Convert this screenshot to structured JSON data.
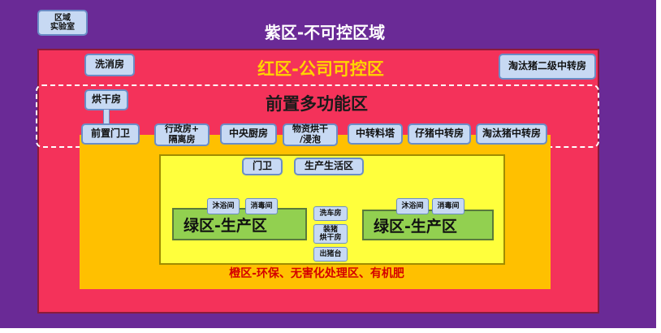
{
  "zones": {
    "purple": "紫区-不可控区域",
    "red": "红区-公司可控区",
    "multi": "前置多功能区",
    "orange": "橙区-环保、无害化处理区、有机肥",
    "green_left": "绿区-生产区",
    "green_right": "绿区-生产区"
  },
  "boxes": {
    "lab": "区域\n实验室",
    "wash": "洗消房",
    "dry": "烘干房",
    "elim_pig_2": "淘汰猪二级中转房",
    "front_gate": "前置门卫",
    "admin": "行政房+\n隔离房",
    "kitchen": "中央厨房",
    "supplies": "物资烘干\n/浸泡",
    "feed_tower": "中转料塔",
    "piglet": "仔猪中转房",
    "elim_pig": "淘汰猪中转房",
    "inner_gate": "门卫",
    "living": "生产生活区",
    "car_wash": "洗车房",
    "pack_dry": "装猪\n烘干房",
    "loading": "出猪台",
    "shower_l": "沐浴间",
    "disinfect_l": "消毒间",
    "shower_r": "沐浴间",
    "disinfect_r": "消毒间"
  },
  "colors": {
    "purple": "#6a2a96",
    "red": "#f4325a",
    "orange": "#ffc000",
    "yellow": "#ffff3c",
    "green": "#92d050",
    "box": "#c7d9f3"
  }
}
